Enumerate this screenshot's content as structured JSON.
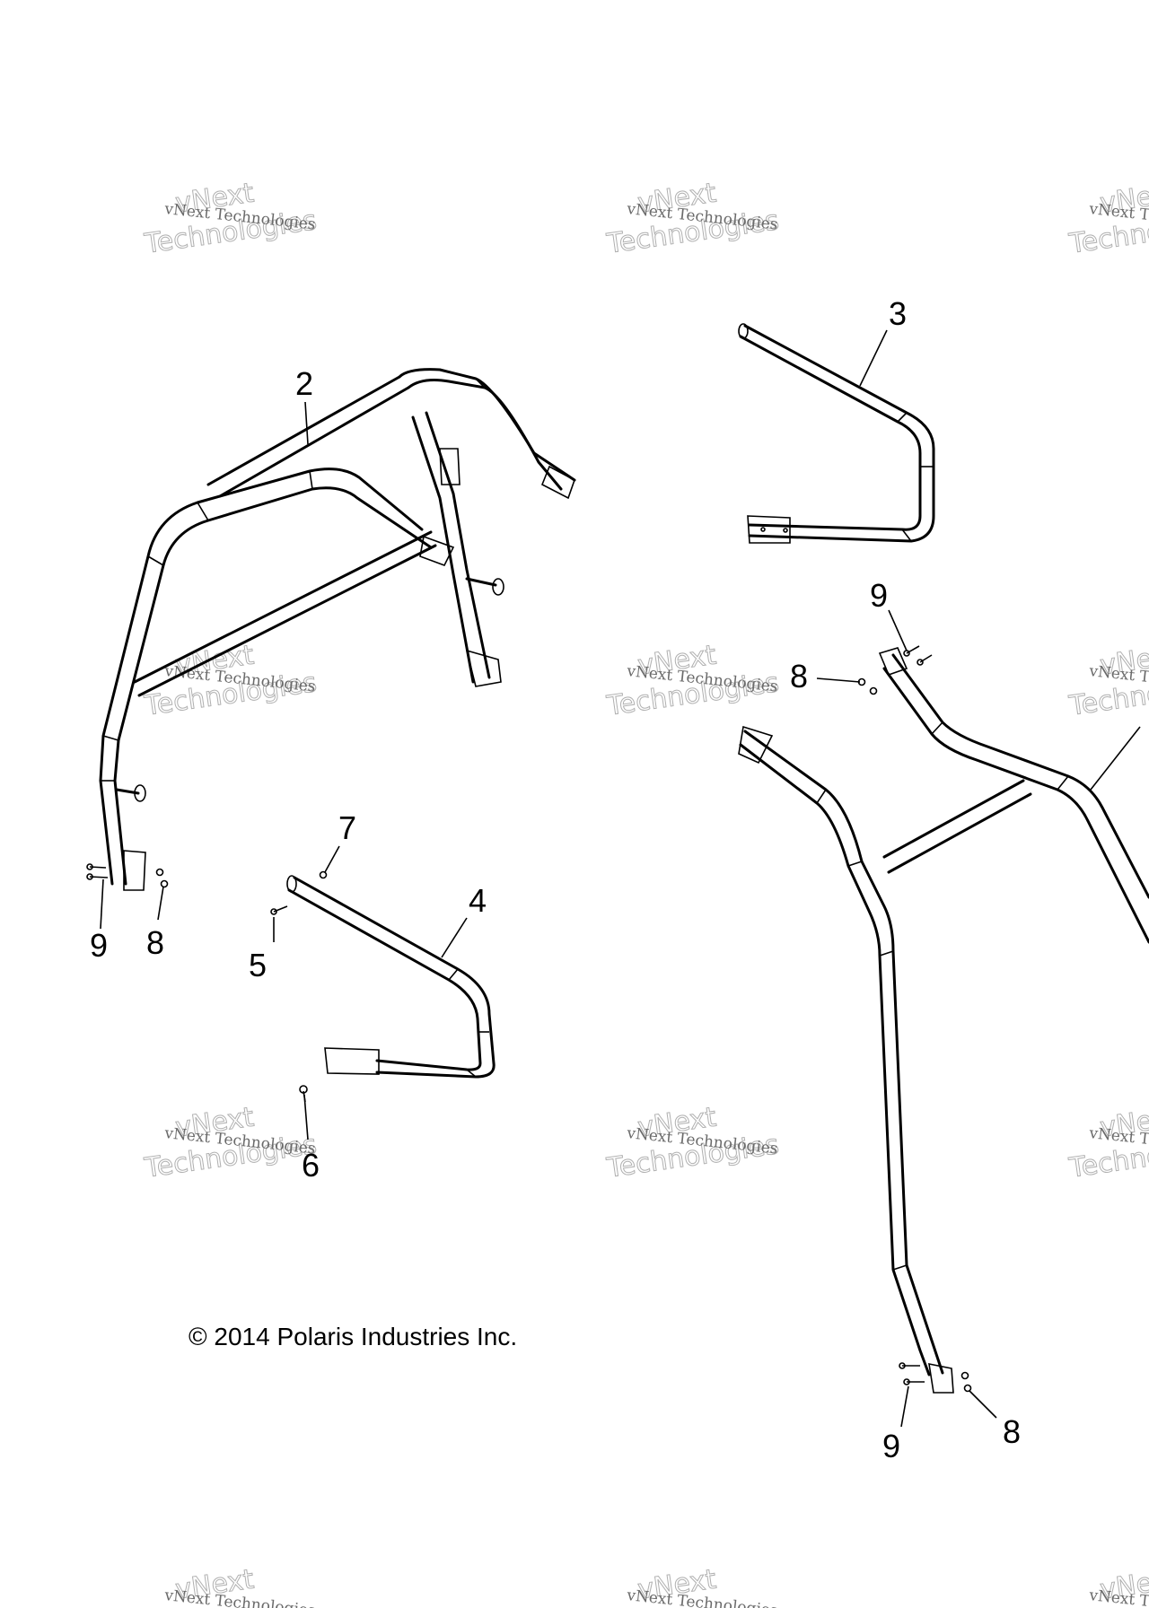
{
  "copyright": "© 2014 Polaris Industries Inc.",
  "watermark": {
    "line1": "vNext",
    "line2": "vNext Technologies",
    "line3": "Technologies"
  },
  "callouts": {
    "c2": "2",
    "c3": "3",
    "c4": "4",
    "c5": "5",
    "c6": "6",
    "c7": "7",
    "c8a": "8",
    "c9a": "9",
    "c8b": "8",
    "c9b": "9",
    "c8c": "8",
    "c9c": "9"
  }
}
